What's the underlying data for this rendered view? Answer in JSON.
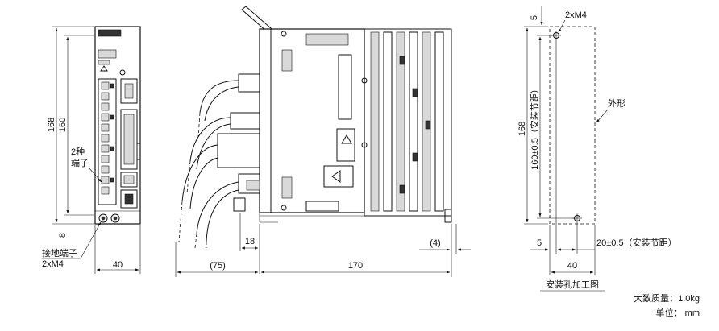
{
  "front_view": {
    "height_outer": "168",
    "height_inner": "160",
    "width": "40",
    "bottom_offset": "8",
    "terminal_label_line1": "2种",
    "terminal_label_line2": "端子",
    "ground_label_line1": "接地端子",
    "ground_label_line2": "2xM4"
  },
  "side_view": {
    "cable_depth": "(75)",
    "body_depth": "170",
    "connector_offset": "18",
    "rear_offset": "(4)"
  },
  "mounting_view": {
    "screw_label": "2xM4",
    "top_offset": "5",
    "height_outer": "168",
    "height_pitch": "160±0.5（安装节距）",
    "outline_label": "外形",
    "left_offset": "5",
    "width_pitch": "20±0.5（安装节距）",
    "width": "40",
    "caption": "安装孔加工图"
  },
  "footer": {
    "mass": "大致质量：1.0kg",
    "unit": "单位：  mm"
  }
}
